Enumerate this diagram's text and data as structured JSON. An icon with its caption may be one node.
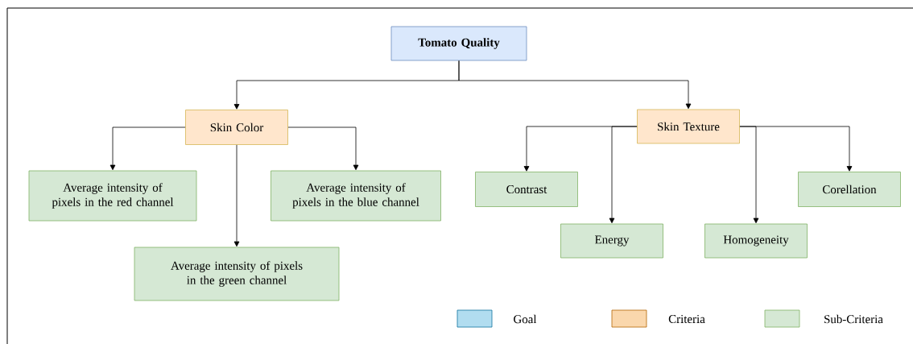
{
  "diagram": {
    "nodes": [
      {
        "text": [
          "Tomato Quality"
        ]
      },
      {
        "text": [
          "Skin Color"
        ]
      },
      {
        "text": [
          "Skin Texture"
        ]
      },
      {
        "text": [
          "Average intensity of pixels in the red channel"
        ]
      },
      {
        "text": [
          "Average intensity of pixels in the blue channel"
        ]
      },
      {
        "text": [
          "Average intensity of pixels in the green channel"
        ]
      },
      {
        "text": [
          "Contrast"
        ]
      },
      {
        "text": [
          "Energy"
        ]
      },
      {
        "text": [
          "Homogeneity"
        ]
      },
      {
        "text": [
          "Corellation"
        ]
      }
    ],
    "edges": [
      {
        "from": 0,
        "to": 1,
        "arrow": "to"
      },
      {
        "from": 0,
        "to": 2,
        "arrow": "to"
      },
      {
        "from": 1,
        "to": 3,
        "arrow": "to"
      },
      {
        "from": 1,
        "to": 4,
        "arrow": "to"
      },
      {
        "from": 1,
        "to": 5,
        "arrow": "to"
      },
      {
        "from": 2,
        "to": 6,
        "arrow": "to"
      },
      {
        "from": 2,
        "to": 7,
        "arrow": "to"
      },
      {
        "from": 2,
        "to": 8,
        "arrow": "to"
      },
      {
        "from": 2,
        "to": 9,
        "arrow": "to"
      }
    ],
    "legend": [
      {
        "text": "Goal",
        "color": "#b1ddf0"
      },
      {
        "text": "Criteria",
        "color": "#fad7ac"
      },
      {
        "text": "Sub-Criteria",
        "color": "#d5e8d4"
      }
    ]
  }
}
